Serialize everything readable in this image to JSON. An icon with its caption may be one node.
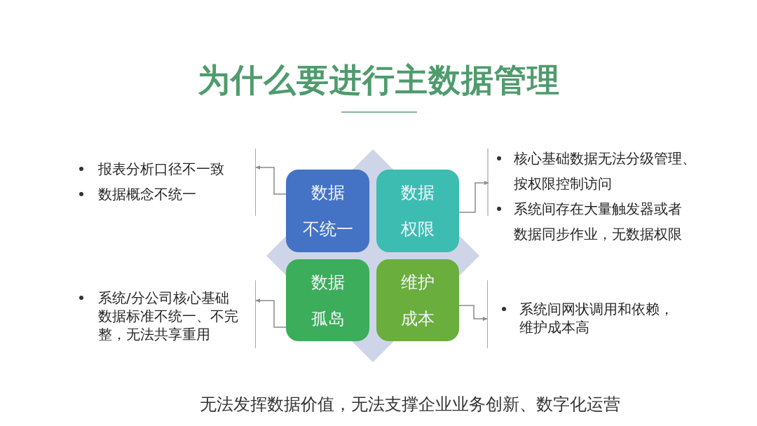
{
  "diagram": {
    "title": "为什么要进行主数据管理",
    "nodes": [
      {
        "text": [
          "数据",
          "不统一"
        ]
      },
      {
        "text": [
          "数据",
          "权限"
        ]
      },
      {
        "text": [
          "数据",
          "孤岛"
        ]
      },
      {
        "text": [
          "维护",
          "成本"
        ]
      },
      {
        "text": [
          "报表分析口径不一致",
          "数据概念不统一"
        ]
      },
      {
        "text": [
          "核心基础数据无法分级管理、按权限控制访问",
          "系统间存在大量触发器或者数据同步作业，无数据权限"
        ]
      },
      {
        "text": [
          "系统/分公司核心基础数据标准不统一、不完整，无法共享重用"
        ]
      },
      {
        "text": [
          "系统间网状调用和依赖，维护成本高"
        ]
      }
    ],
    "edges": [
      {
        "from": 0,
        "to": 4,
        "arrow": "to"
      },
      {
        "from": 1,
        "to": 5,
        "arrow": "to"
      },
      {
        "from": 2,
        "to": 6,
        "arrow": "to"
      },
      {
        "from": 3,
        "to": 7,
        "arrow": "to"
      }
    ],
    "labels": [
      "无法发挥数据价值，无法支撑企业业务创新、数字化运营"
    ]
  }
}
